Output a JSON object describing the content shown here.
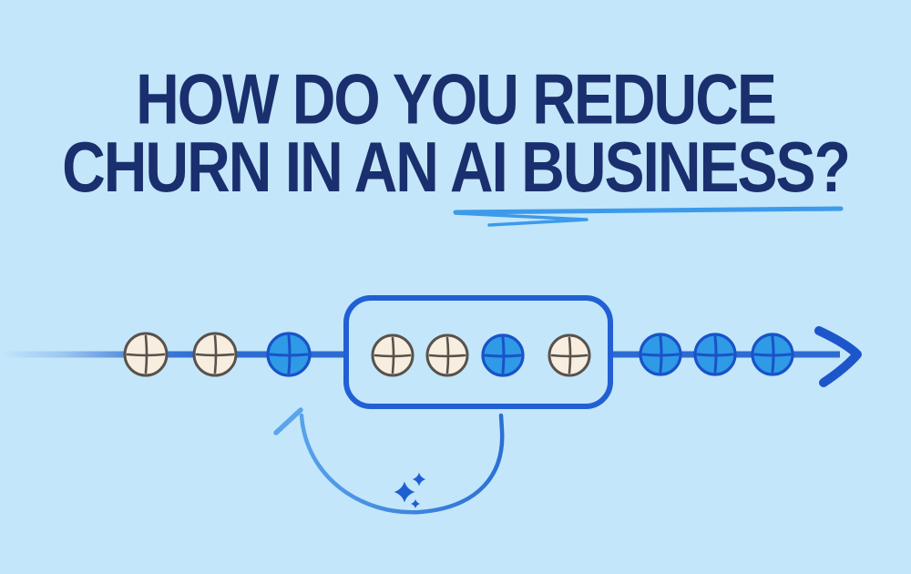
{
  "title": {
    "line1": "HOW DO YOU REDUCE",
    "line2": "CHURN IN AN AI BUSINESS?"
  },
  "diagram": {
    "description": "Customer timeline with a highlighted retention box and a churn loop arrow returning customers to the flow",
    "groups": [
      {
        "name": "before",
        "coins": [
          "cream",
          "cream",
          "blue"
        ]
      },
      {
        "name": "highlighted",
        "coins": [
          "cream",
          "cream",
          "blue",
          "cream"
        ]
      },
      {
        "name": "after",
        "coins": [
          "blue",
          "blue",
          "blue"
        ]
      }
    ],
    "colors": {
      "background": "#c3e6fa",
      "title": "#1a2f6e",
      "timeline": "#2b6bd3",
      "highlight_box": "#2160d4",
      "arrowhead": "#1d55cb",
      "coin_cream_fill": "#f7eee0",
      "coin_cream_stroke": "#58524b",
      "coin_blue_fill": "#2f9ae6",
      "coin_blue_stroke": "#1952c8",
      "swoosh": "#3d9aea",
      "loop_arrow_start": "#2b6fd4",
      "loop_arrow_end": "#5aa5ec",
      "sparkle": "#1d5fd2"
    }
  }
}
